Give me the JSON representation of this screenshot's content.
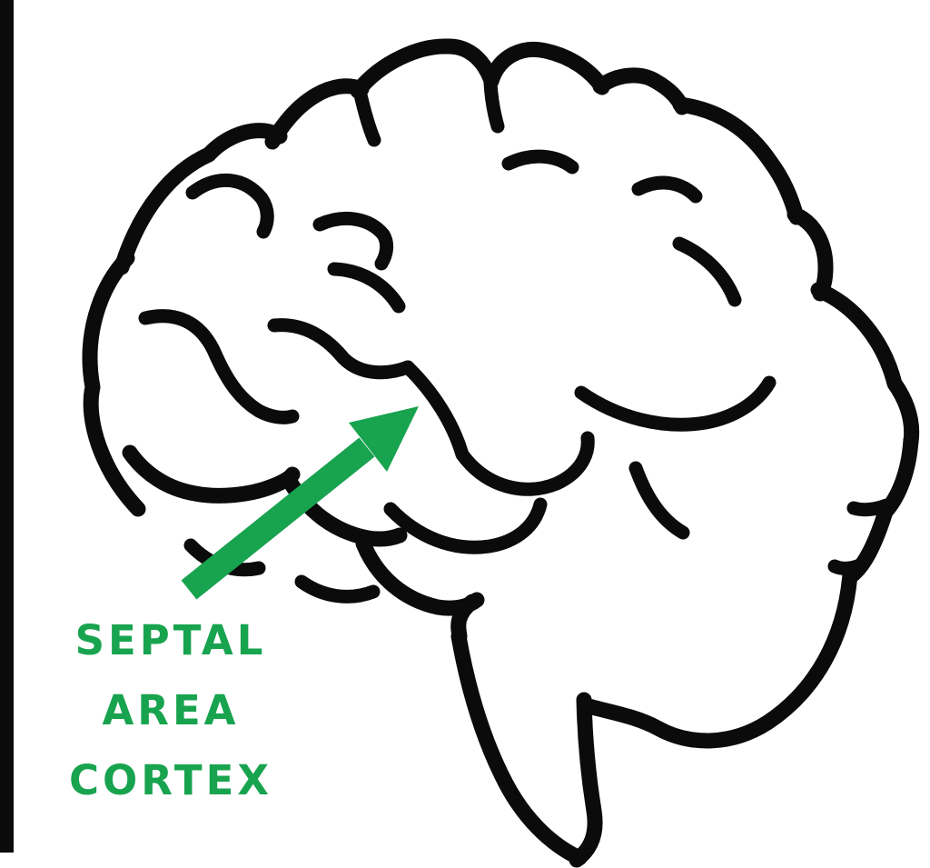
{
  "colors": {
    "background": "#ffffff",
    "ink": "#0b0b0b",
    "accent": "#18a34f"
  },
  "illustration": {
    "subject": "human brain, side view, black outline cartoon drawing with brain stem"
  },
  "annotation": {
    "label_lines": [
      "SEPTAL",
      "AREA",
      "CORTEX"
    ],
    "label_text": "SEPTAL AREA CORTEX",
    "arrow_icon": "up-right-arrow"
  }
}
